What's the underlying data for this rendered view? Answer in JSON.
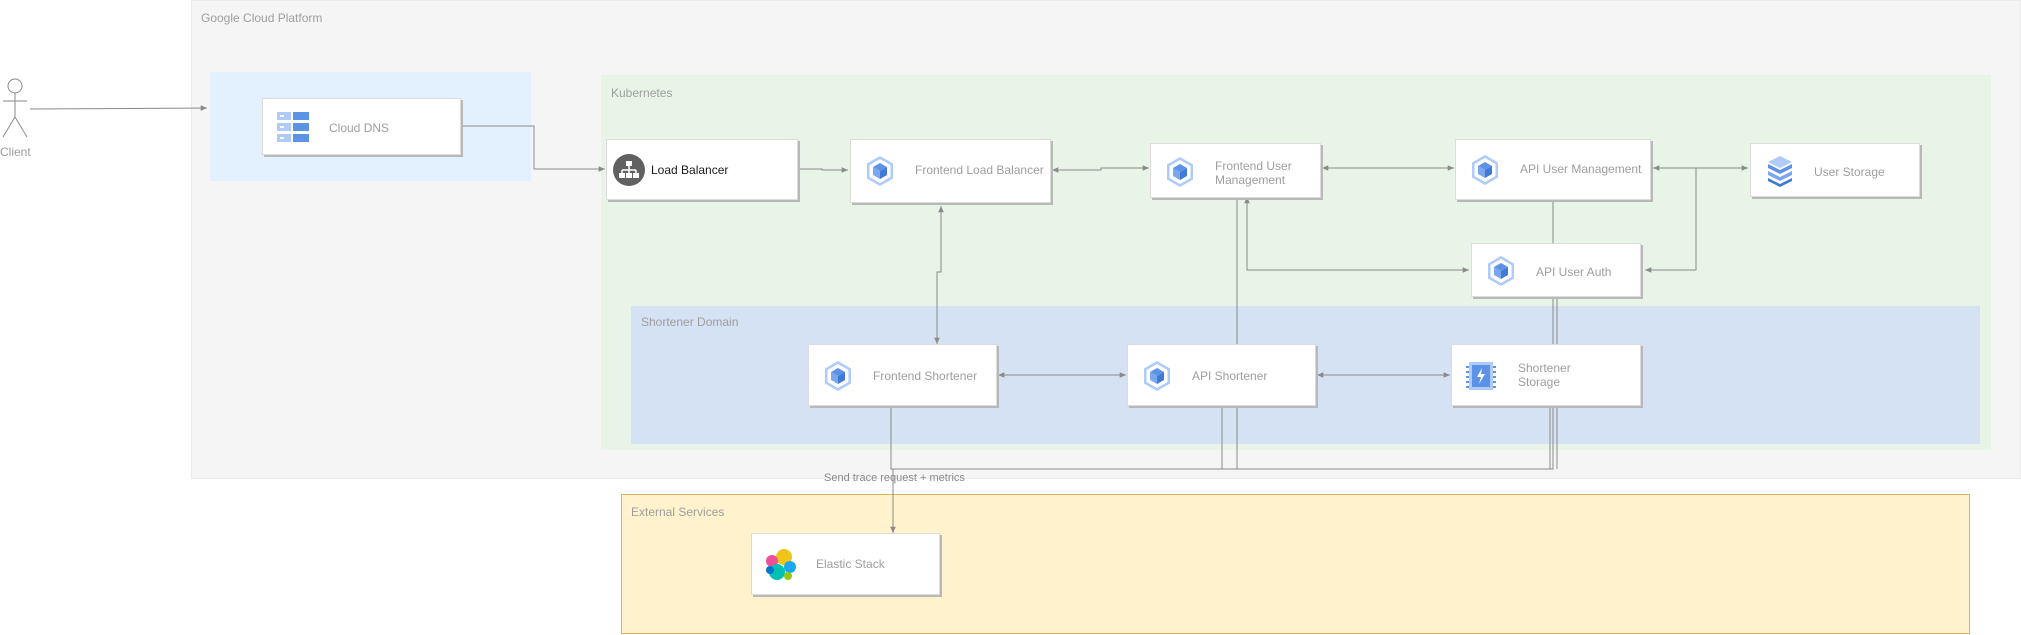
{
  "zones": {
    "gcp": "Google Cloud Platform",
    "kubernetes": "Kubernetes",
    "shortener_domain": "Shortener Domain",
    "external": "External Services"
  },
  "actor": {
    "client": "Client"
  },
  "nodes": {
    "cloud_dns": "Cloud DNS",
    "load_balancer": "Load Balancer",
    "frontend_lb": "Frontend Load Balancer",
    "frontend_user_mgmt_1": "Frontend User",
    "frontend_user_mgmt_2": "Management",
    "api_user_mgmt": "API User Management",
    "user_storage": "User Storage",
    "api_user_auth": "API User Auth",
    "frontend_shortener": "Frontend Shortener",
    "api_shortener": "API Shortener",
    "shortener_storage_1": "Shortener",
    "shortener_storage_2": "Storage",
    "elastic_stack": "Elastic Stack"
  },
  "edge_labels": {
    "trace": "Send trace request + metrics"
  },
  "colors": {
    "gcp_bg": "#f5f5f5",
    "dns_zone_bg": "#e3f0fd",
    "kubernetes_bg": "#e7f4e7",
    "shortener_bg": "#d5e2f3",
    "external_bg": "#fff2cc",
    "external_border": "#d6b656",
    "edge": "#8a8a8a",
    "gcp_icon": "#5c93e6"
  },
  "icons": {
    "cloud_dns": "cloud-dns-icon",
    "load_balancer": "load-balancer-icon",
    "kubernetes": "kubernetes-engine-icon",
    "user_storage": "cloud-storage-icon",
    "shortener_storage": "memorystore-icon",
    "elastic_stack": "elastic-stack-icon"
  }
}
